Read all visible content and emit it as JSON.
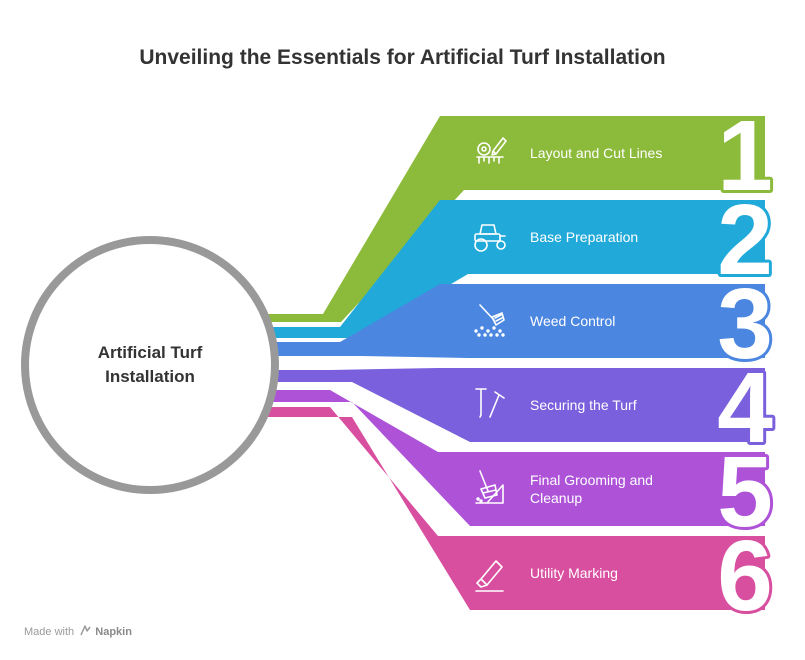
{
  "title": "Unveiling the Essentials for Artificial Turf Installation",
  "center": {
    "line1": "Artificial Turf",
    "line2": "Installation"
  },
  "items": [
    {
      "number": "1",
      "line1": "Layout and Cut Lines",
      "line2": "",
      "color": "#8cba3a",
      "icon": "tape-measure-pencil-icon"
    },
    {
      "number": "2",
      "line1": "Base Preparation",
      "line2": "",
      "color": "#21aad9",
      "icon": "road-roller-icon"
    },
    {
      "number": "3",
      "line1": "Weed Control",
      "line2": "",
      "color": "#4b86e0",
      "icon": "spray-nozzle-icon"
    },
    {
      "number": "4",
      "line1": "Securing the Turf",
      "line2": "",
      "color": "#7a60dc",
      "icon": "nails-icon"
    },
    {
      "number": "5",
      "line1": "Final Grooming and",
      "line2": "Cleanup",
      "color": "#ae52d8",
      "icon": "rake-icon"
    },
    {
      "number": "6",
      "line1": "Utility Marking",
      "line2": "",
      "color": "#d94f9f",
      "icon": "marker-icon"
    }
  ],
  "footer": {
    "prefix": "Made with",
    "brand": "Napkin",
    "icon": "napkin-logo-icon"
  }
}
